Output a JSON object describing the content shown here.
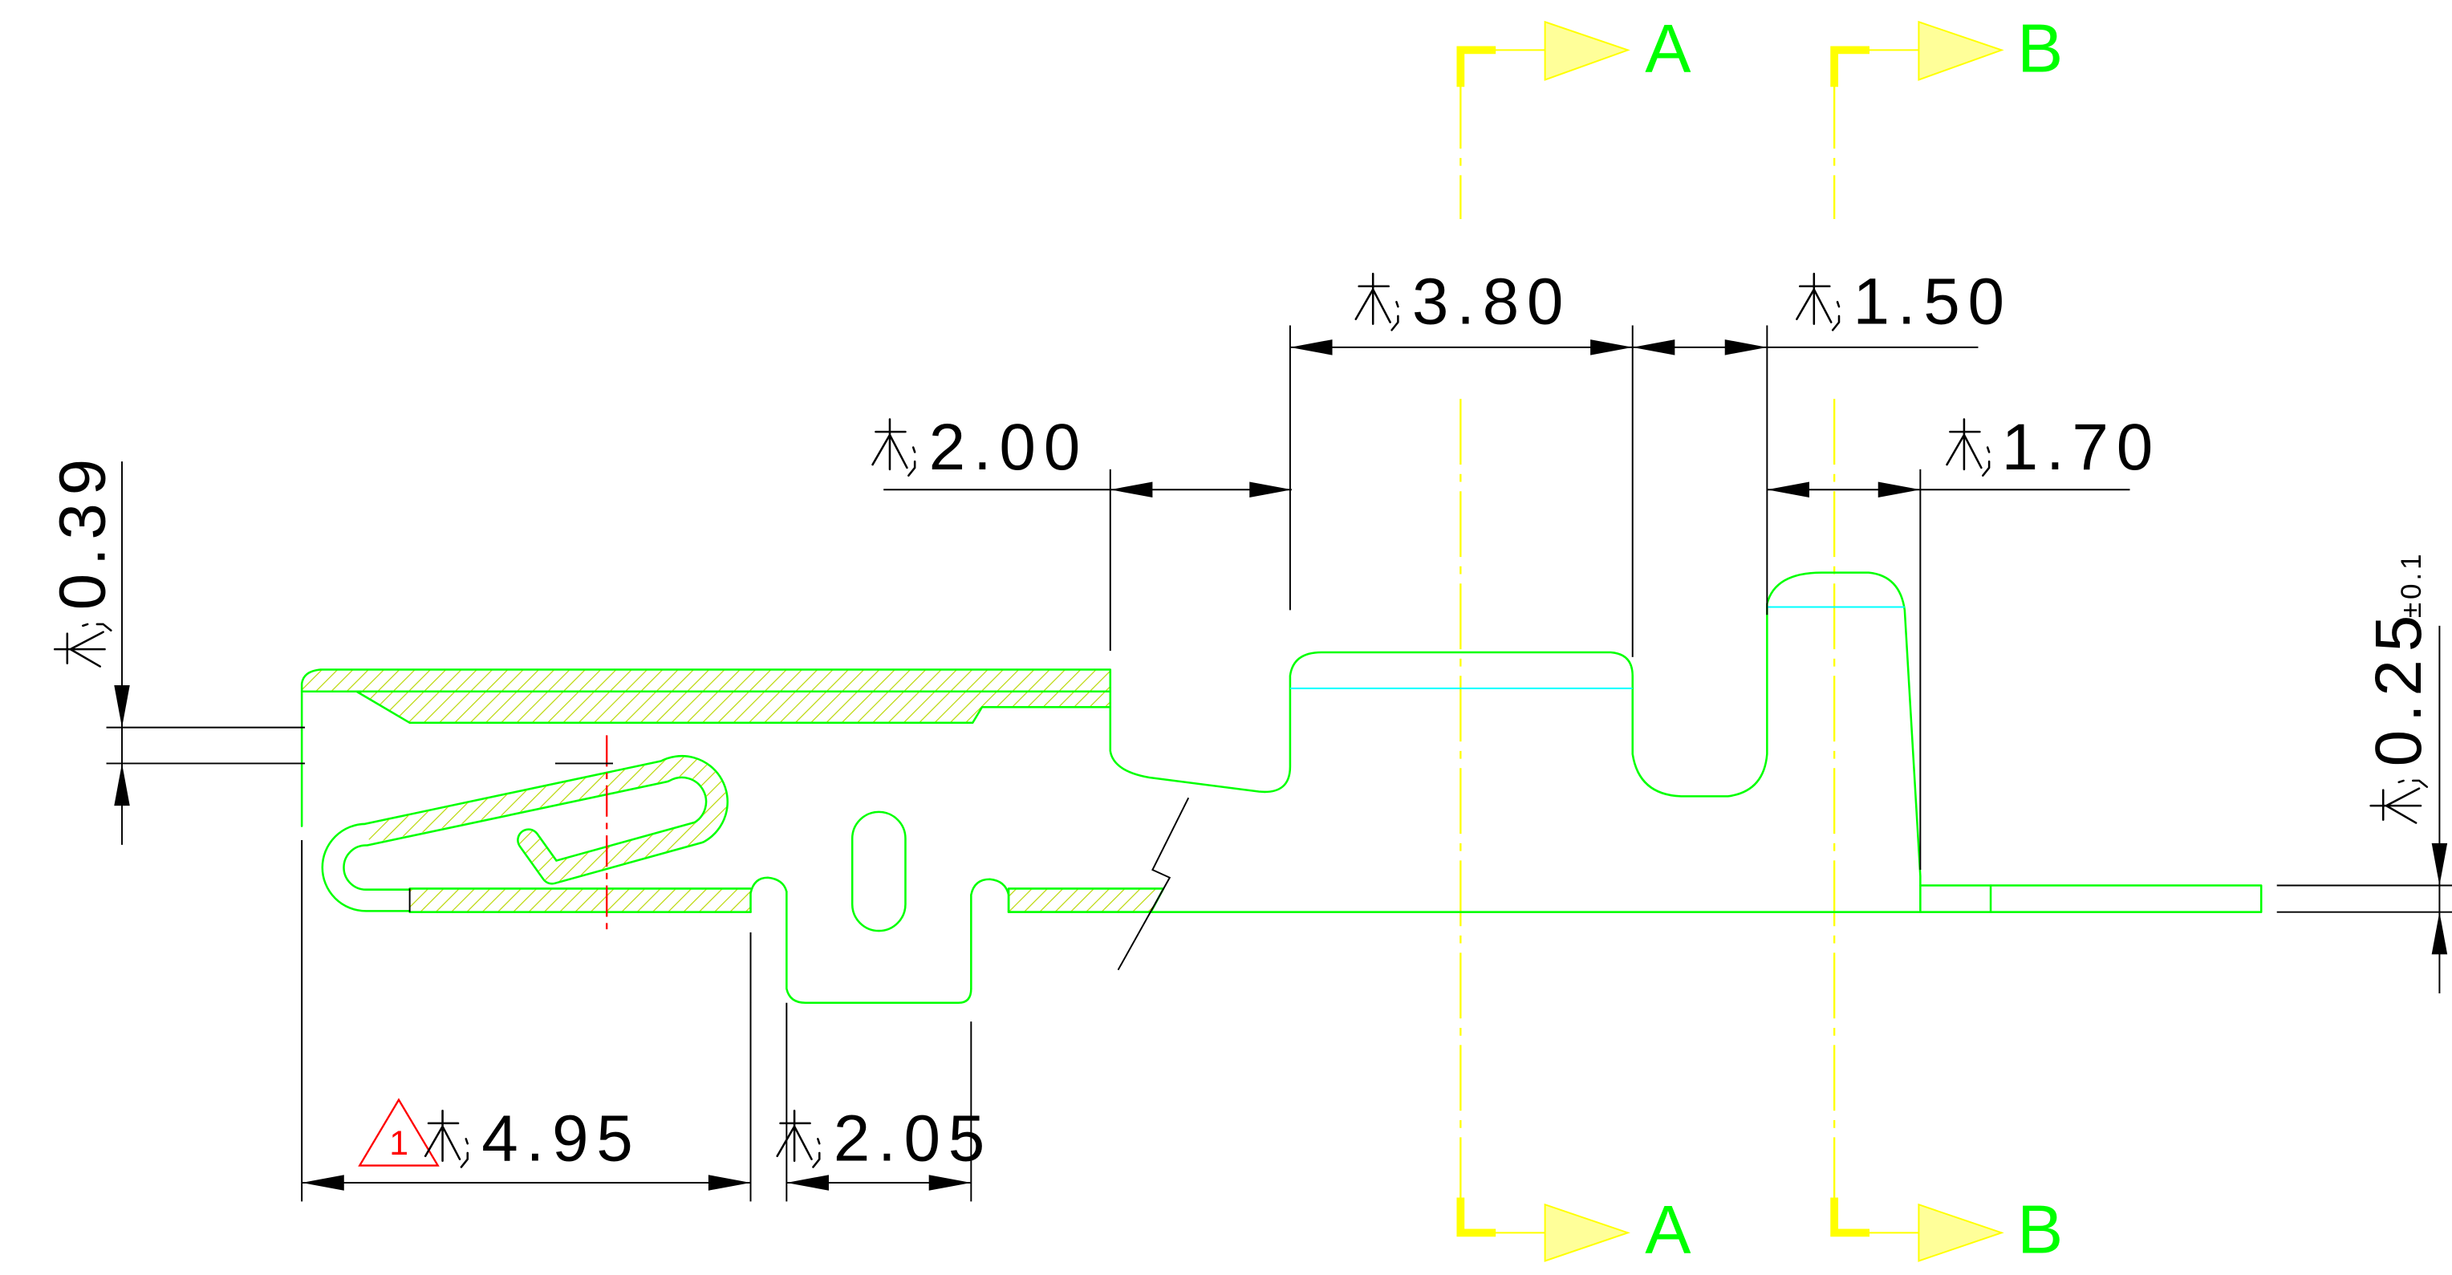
{
  "section_markers": {
    "top": [
      {
        "label": "A"
      },
      {
        "label": "B"
      }
    ],
    "bottom": [
      {
        "label": "A"
      },
      {
        "label": "B"
      }
    ]
  },
  "dimensions": {
    "shoulder_width": "2.00",
    "slot_width": "3.80",
    "tab_gap": "1.50",
    "tab_width": "1.70",
    "hook_gap": "0.39",
    "hem_length": "4.95",
    "notch_width": "2.05",
    "thickness": "0.25",
    "thickness_tolerance": "±0.1"
  },
  "revision_marker": "1",
  "colors": {
    "background": "#ffffff",
    "part_outline": "#00ff00",
    "hatch": "#b9d600",
    "section_line": "#ffff00",
    "section_arrow_fill": "#ffff99",
    "dimension": "#000000",
    "revision": "#ff0000",
    "reference_line": "#00ffff"
  }
}
